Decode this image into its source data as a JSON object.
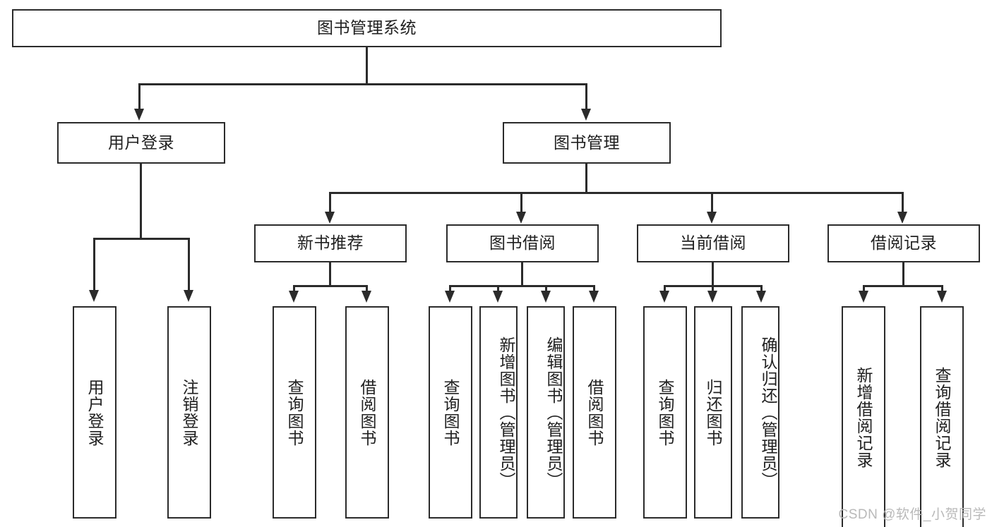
{
  "diagram": {
    "title": "图书管理系统",
    "root": {
      "label": "图书管理系统"
    },
    "level2": [
      {
        "label": "用户登录"
      },
      {
        "label": "图书管理"
      }
    ],
    "level3": [
      {
        "label": "新书推荐"
      },
      {
        "label": "图书借阅"
      },
      {
        "label": "当前借阅"
      },
      {
        "label": "借阅记录"
      }
    ],
    "leaves": {
      "user_login": [
        {
          "label": "用户登录"
        },
        {
          "label": "注销登录"
        }
      ],
      "new_book": [
        {
          "label": "查询图书"
        },
        {
          "label": "借阅图书"
        }
      ],
      "book_borrow": [
        {
          "label": "查询图书"
        },
        {
          "label": "新增图书（管理员）"
        },
        {
          "label": "编辑图书（管理员）"
        },
        {
          "label": "借阅图书"
        }
      ],
      "current_borrow": [
        {
          "label": "查询图书"
        },
        {
          "label": "归还图书"
        },
        {
          "label": "确认归还（管理员）"
        }
      ],
      "borrow_record": [
        {
          "label": "新增借阅记录"
        },
        {
          "label": "查询借阅记录"
        }
      ]
    }
  },
  "watermark": {
    "text": "CSDN @软件_小贺同学"
  },
  "colors": {
    "stroke": "#2b2b2b",
    "background": "#ffffff",
    "text": "#202020",
    "watermark": "#b9b9b9"
  }
}
